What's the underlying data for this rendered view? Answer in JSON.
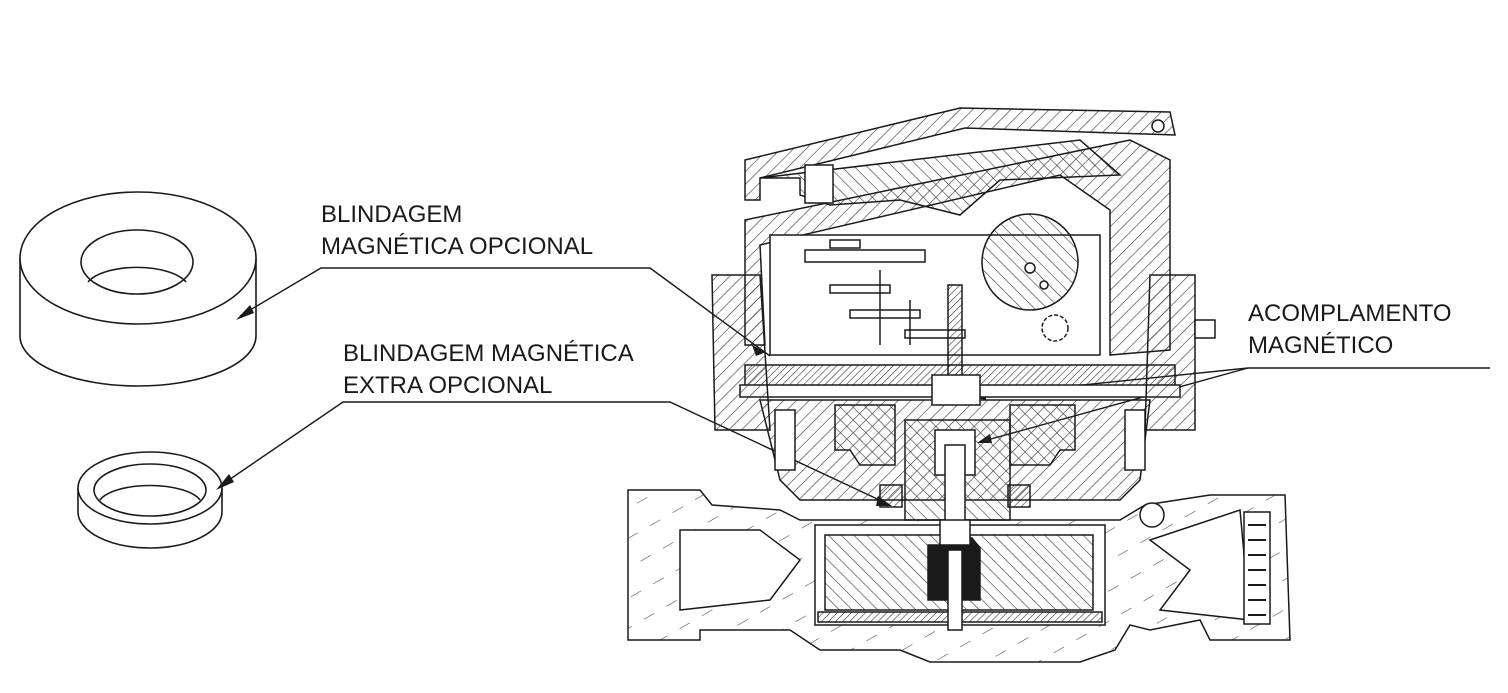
{
  "labels": {
    "shield": {
      "line1": "BLINDAGEM",
      "line2": "MAGNÉTICA OPCIONAL"
    },
    "shield_extra": {
      "line1": "BLINDAGEM MAGNÉTICA",
      "line2": "EXTRA OPCIONAL"
    },
    "coupling": {
      "line1": "ACOMPLAMENTO",
      "line2": "MAGNÉTICO"
    }
  },
  "colors": {
    "line": "#1a1a1a",
    "background": "#ffffff",
    "hatch": "#333333"
  }
}
